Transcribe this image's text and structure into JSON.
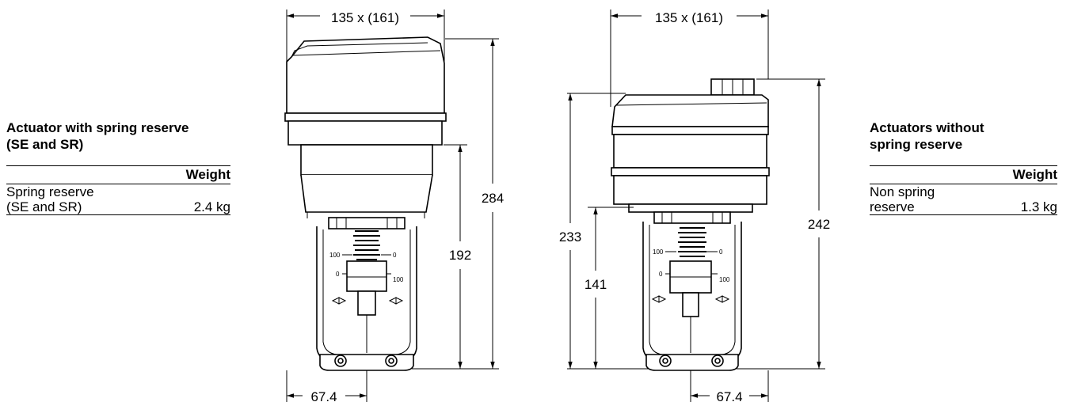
{
  "left_panel": {
    "title_line1": "Actuator with spring reserve",
    "title_line2": "(SE and SR)",
    "weight_header": "Weight",
    "row_line1": "Spring reserve",
    "row_line2": "(SE and SR)",
    "row_value": "2.4 kg"
  },
  "right_panel": {
    "title_line1": "Actuators without",
    "title_line2": "spring reserve",
    "weight_header": "Weight",
    "row_line1": "Non spring",
    "row_line2": "reserve",
    "row_value": "1.3 kg"
  },
  "drawing_left": {
    "width_dim": "135 x (161)",
    "height_total": "284",
    "height_lower": "192",
    "offset": "67.4",
    "scale_100": "100",
    "scale_0": "0"
  },
  "drawing_right": {
    "width_dim": "135 x (161)",
    "height_total": "242",
    "height_body": "233",
    "height_lower": "141",
    "offset": "67.4",
    "scale_100": "100",
    "scale_0": "0"
  }
}
